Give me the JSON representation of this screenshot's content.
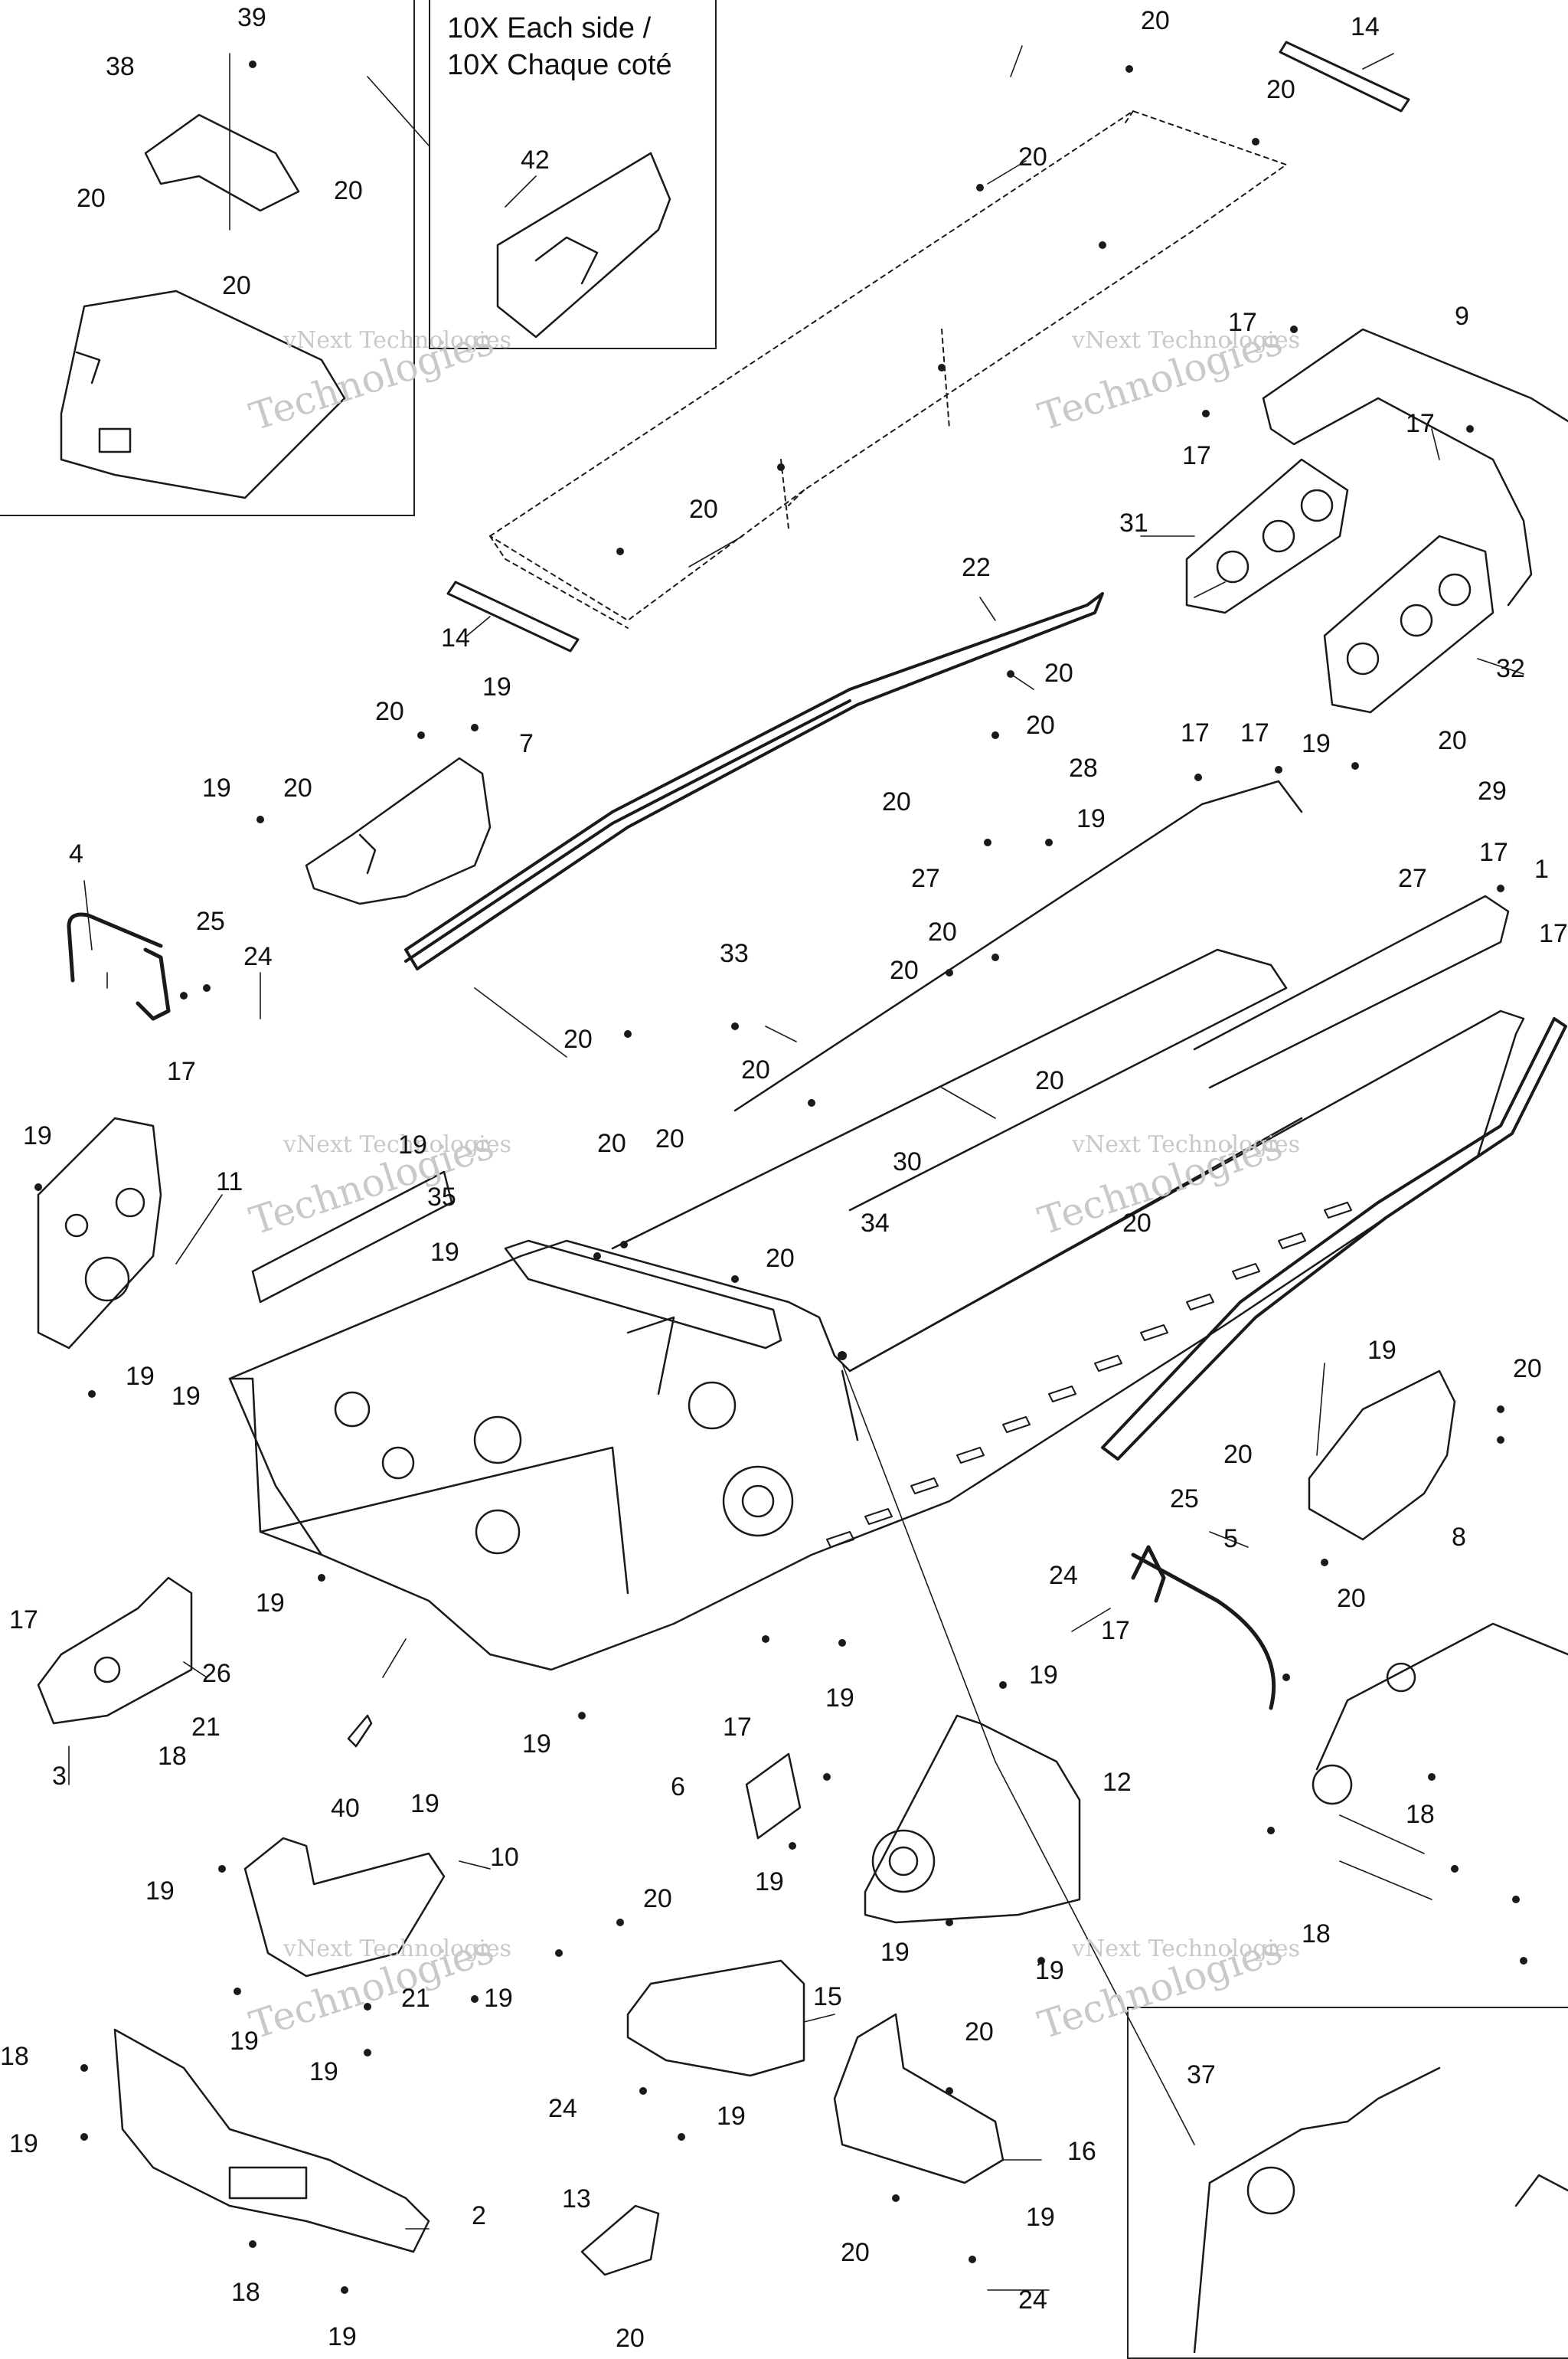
{
  "note": {
    "line1": "10X Each side /",
    "line2": "10X Chaque coté"
  },
  "watermark": {
    "line1": "vNext Technologies",
    "line2": "Technologies"
  },
  "callouts": [
    {
      "text": "39"
    },
    {
      "text": "38"
    },
    {
      "text": "20"
    },
    {
      "text": "20"
    },
    {
      "text": "20"
    },
    {
      "text": "42"
    },
    {
      "text": "20"
    },
    {
      "text": "14"
    },
    {
      "text": "20"
    },
    {
      "text": "20"
    },
    {
      "text": "20"
    },
    {
      "text": "14"
    },
    {
      "text": "17"
    },
    {
      "text": "9"
    },
    {
      "text": "17"
    },
    {
      "text": "17"
    },
    {
      "text": "31"
    },
    {
      "text": "32"
    },
    {
      "text": "22"
    },
    {
      "text": "20"
    },
    {
      "text": "20"
    },
    {
      "text": "19"
    },
    {
      "text": "7"
    },
    {
      "text": "19"
    },
    {
      "text": "20"
    },
    {
      "text": "20"
    },
    {
      "text": "28"
    },
    {
      "text": "20"
    },
    {
      "text": "19"
    },
    {
      "text": "27"
    },
    {
      "text": "17"
    },
    {
      "text": "17"
    },
    {
      "text": "19"
    },
    {
      "text": "20"
    },
    {
      "text": "29"
    },
    {
      "text": "27"
    },
    {
      "text": "17"
    },
    {
      "text": "1"
    },
    {
      "text": "17"
    },
    {
      "text": "4"
    },
    {
      "text": "25"
    },
    {
      "text": "24"
    },
    {
      "text": "17"
    },
    {
      "text": "33"
    },
    {
      "text": "20"
    },
    {
      "text": "20"
    },
    {
      "text": "20"
    },
    {
      "text": "20"
    },
    {
      "text": "20"
    },
    {
      "text": "30"
    },
    {
      "text": "34"
    },
    {
      "text": "20"
    },
    {
      "text": "19"
    },
    {
      "text": "11"
    },
    {
      "text": "19"
    },
    {
      "text": "35"
    },
    {
      "text": "19"
    },
    {
      "text": "20"
    },
    {
      "text": "20"
    },
    {
      "text": "20"
    },
    {
      "text": "19"
    },
    {
      "text": "19"
    },
    {
      "text": "19"
    },
    {
      "text": "20"
    },
    {
      "text": "19"
    },
    {
      "text": "20"
    },
    {
      "text": "8"
    },
    {
      "text": "20"
    },
    {
      "text": "25"
    },
    {
      "text": "5"
    },
    {
      "text": "24"
    },
    {
      "text": "17"
    },
    {
      "text": "17"
    },
    {
      "text": "26"
    },
    {
      "text": "21"
    },
    {
      "text": "3"
    },
    {
      "text": "18"
    },
    {
      "text": "40"
    },
    {
      "text": "19"
    },
    {
      "text": "19"
    },
    {
      "text": "17"
    },
    {
      "text": "19"
    },
    {
      "text": "19"
    },
    {
      "text": "6"
    },
    {
      "text": "19"
    },
    {
      "text": "12"
    },
    {
      "text": "18"
    },
    {
      "text": "18"
    },
    {
      "text": "19"
    },
    {
      "text": "10"
    },
    {
      "text": "21"
    },
    {
      "text": "19"
    },
    {
      "text": "19"
    },
    {
      "text": "19"
    },
    {
      "text": "20"
    },
    {
      "text": "15"
    },
    {
      "text": "19"
    },
    {
      "text": "19"
    },
    {
      "text": "18"
    },
    {
      "text": "19"
    },
    {
      "text": "24"
    },
    {
      "text": "19"
    },
    {
      "text": "20"
    },
    {
      "text": "37"
    },
    {
      "text": "16"
    },
    {
      "text": "2"
    },
    {
      "text": "13"
    },
    {
      "text": "19"
    },
    {
      "text": "20"
    },
    {
      "text": "20"
    },
    {
      "text": "18"
    },
    {
      "text": "24"
    },
    {
      "text": "19"
    }
  ]
}
